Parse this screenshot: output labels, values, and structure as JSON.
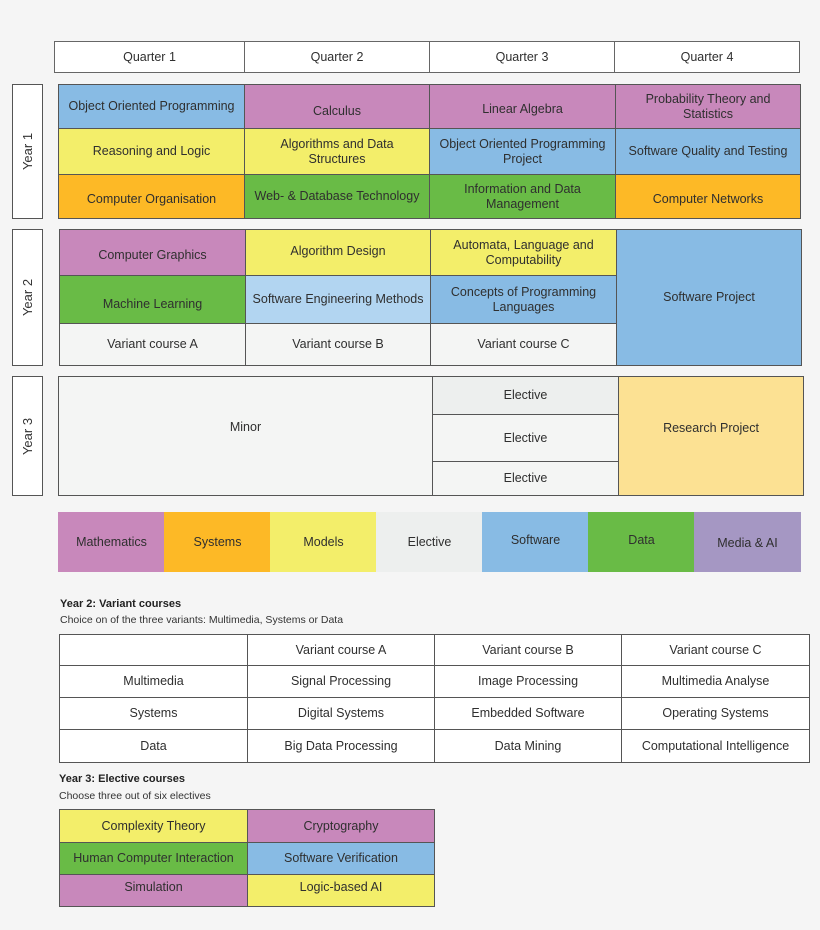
{
  "quarters": [
    "Quarter 1",
    "Quarter 2",
    "Quarter 3",
    "Quarter 4"
  ],
  "years": [
    "Year 1",
    "Year 2",
    "Year 3"
  ],
  "year1": [
    [
      "Object Oriented Programming",
      "Calculus",
      "Linear Algebra",
      "Probability Theory and Statistics"
    ],
    [
      "Reasoning and Logic",
      "Algorithms and Data Structures",
      "Object Oriented Programming Project",
      "Software Quality and Testing"
    ],
    [
      "Computer Organisation",
      "Web- & Database Technology",
      "Information and Data Management",
      "Computer Networks"
    ]
  ],
  "year2": {
    "rows": [
      [
        "Computer Graphics",
        "Algorithm Design",
        "Automata, Language and Computability"
      ],
      [
        "Machine Learning",
        "Software Engineering Methods",
        "Concepts of Programming Languages"
      ],
      [
        "Variant course A",
        "Variant course B",
        "Variant course C"
      ]
    ],
    "q4": "Software Project"
  },
  "year3": {
    "minor": "Minor",
    "electives": [
      "Elective",
      "Elective",
      "Elective"
    ],
    "q4": "Research Project"
  },
  "legend": [
    {
      "label": "Mathematics",
      "color": "#c888bb"
    },
    {
      "label": "Systems",
      "color": "#fdb926"
    },
    {
      "label": "Models",
      "color": "#f3ee6a"
    },
    {
      "label": "Elective",
      "color": "#edefee"
    },
    {
      "label": "Software",
      "color": "#88bbe4"
    },
    {
      "label": "Data",
      "color": "#69bb46"
    },
    {
      "label": "Media & AI",
      "color": "#a597c3"
    }
  ],
  "variants": {
    "title": "Year 2: Variant courses",
    "subtitle": "Choice on of the three variants: Multimedia, Systems or Data",
    "headers": [
      "",
      "Variant course A",
      "Variant course B",
      "Variant course C"
    ],
    "rows": [
      {
        "label": "Multimedia",
        "courses": [
          "Signal Processing",
          "Image Processing",
          "Multimedia Analyse"
        ]
      },
      {
        "label": "Systems",
        "courses": [
          "Digital Systems",
          "Embedded Software",
          "Operating Systems"
        ]
      },
      {
        "label": "Data",
        "courses": [
          "Big Data Processing",
          "Data Mining",
          "Computational Intelligence"
        ]
      }
    ]
  },
  "electives": {
    "title": "Year 3: Elective courses",
    "subtitle": "Choose three out of six electives",
    "rows": [
      [
        "Complexity Theory",
        "Cryptography"
      ],
      [
        "Human Computer Interaction",
        "Software Verification"
      ],
      [
        "Simulation",
        "Logic-based AI"
      ]
    ]
  }
}
